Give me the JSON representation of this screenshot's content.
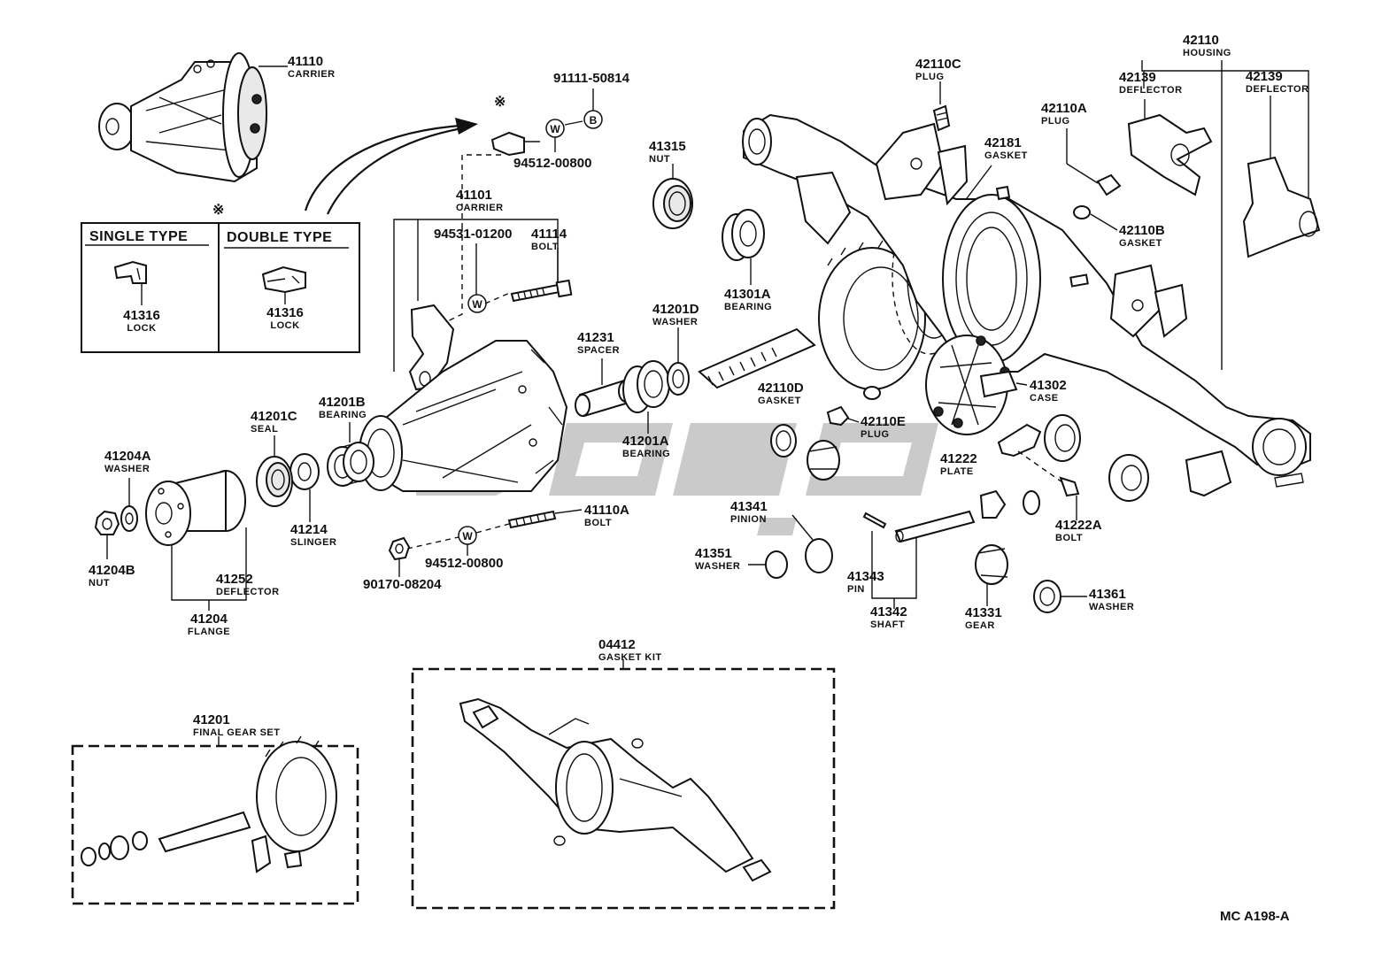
{
  "diagram": {
    "footer_code": "MC  A198-A",
    "asterisk": "※",
    "type_box": {
      "single_header": "SINGLE TYPE",
      "double_header": "DOUBLE TYPE"
    },
    "markers": {
      "w": "W",
      "b": "B"
    },
    "callouts": [
      {
        "id": "41110",
        "part": "41110",
        "name": "CARRIER"
      },
      {
        "id": "91111-50814",
        "part": "91111-50814",
        "name": ""
      },
      {
        "id": "94512-00800a",
        "part": "94512-00800",
        "name": ""
      },
      {
        "id": "41101",
        "part": "41101",
        "name": "CARRIER"
      },
      {
        "id": "94531-01200",
        "part": "94531-01200",
        "name": ""
      },
      {
        "id": "41114",
        "part": "41114",
        "name": "BOLT"
      },
      {
        "id": "41316s",
        "part": "41316",
        "name": "LOCK"
      },
      {
        "id": "41316d",
        "part": "41316",
        "name": "LOCK"
      },
      {
        "id": "41315",
        "part": "41315",
        "name": "NUT"
      },
      {
        "id": "41301A",
        "part": "41301A",
        "name": "BEARING"
      },
      {
        "id": "41201D",
        "part": "41201D",
        "name": "WASHER"
      },
      {
        "id": "41231",
        "part": "41231",
        "name": "SPACER"
      },
      {
        "id": "41201A",
        "part": "41201A",
        "name": "BEARING"
      },
      {
        "id": "41201B",
        "part": "41201B",
        "name": "BEARING"
      },
      {
        "id": "41201C",
        "part": "41201C",
        "name": "SEAL"
      },
      {
        "id": "41204A",
        "part": "41204A",
        "name": "WASHER"
      },
      {
        "id": "41204B",
        "part": "41204B",
        "name": "NUT"
      },
      {
        "id": "41214",
        "part": "41214",
        "name": "SLINGER"
      },
      {
        "id": "41252",
        "part": "41252",
        "name": "DEFLECTOR"
      },
      {
        "id": "41204",
        "part": "41204",
        "name": "FLANGE"
      },
      {
        "id": "41110A",
        "part": "41110A",
        "name": "BOLT"
      },
      {
        "id": "94512-00800b",
        "part": "94512-00800",
        "name": ""
      },
      {
        "id": "90170-08204",
        "part": "90170-08204",
        "name": ""
      },
      {
        "id": "42110C",
        "part": "42110C",
        "name": "PLUG"
      },
      {
        "id": "42181",
        "part": "42181",
        "name": "GASKET"
      },
      {
        "id": "42110A",
        "part": "42110A",
        "name": "PLUG"
      },
      {
        "id": "42110B",
        "part": "42110B",
        "name": "GASKET"
      },
      {
        "id": "42110",
        "part": "42110",
        "name": "HOUSING"
      },
      {
        "id": "42139a",
        "part": "42139",
        "name": "DEFLECTOR"
      },
      {
        "id": "42139b",
        "part": "42139",
        "name": "DEFLECTOR"
      },
      {
        "id": "42110D",
        "part": "42110D",
        "name": "GASKET"
      },
      {
        "id": "42110E",
        "part": "42110E",
        "name": "PLUG"
      },
      {
        "id": "41302",
        "part": "41302",
        "name": "CASE"
      },
      {
        "id": "41222",
        "part": "41222",
        "name": "PLATE"
      },
      {
        "id": "41222A",
        "part": "41222A",
        "name": "BOLT"
      },
      {
        "id": "41341",
        "part": "41341",
        "name": "PINION"
      },
      {
        "id": "41351",
        "part": "41351",
        "name": "WASHER"
      },
      {
        "id": "41343",
        "part": "41343",
        "name": "PIN"
      },
      {
        "id": "41342",
        "part": "41342",
        "name": "SHAFT"
      },
      {
        "id": "41331",
        "part": "41331",
        "name": "GEAR"
      },
      {
        "id": "41361",
        "part": "41361",
        "name": "WASHER"
      },
      {
        "id": "04412",
        "part": "04412",
        "name": "GASKET KIT"
      },
      {
        "id": "41201",
        "part": "41201",
        "name": "FINAL GEAR SET"
      }
    ]
  }
}
